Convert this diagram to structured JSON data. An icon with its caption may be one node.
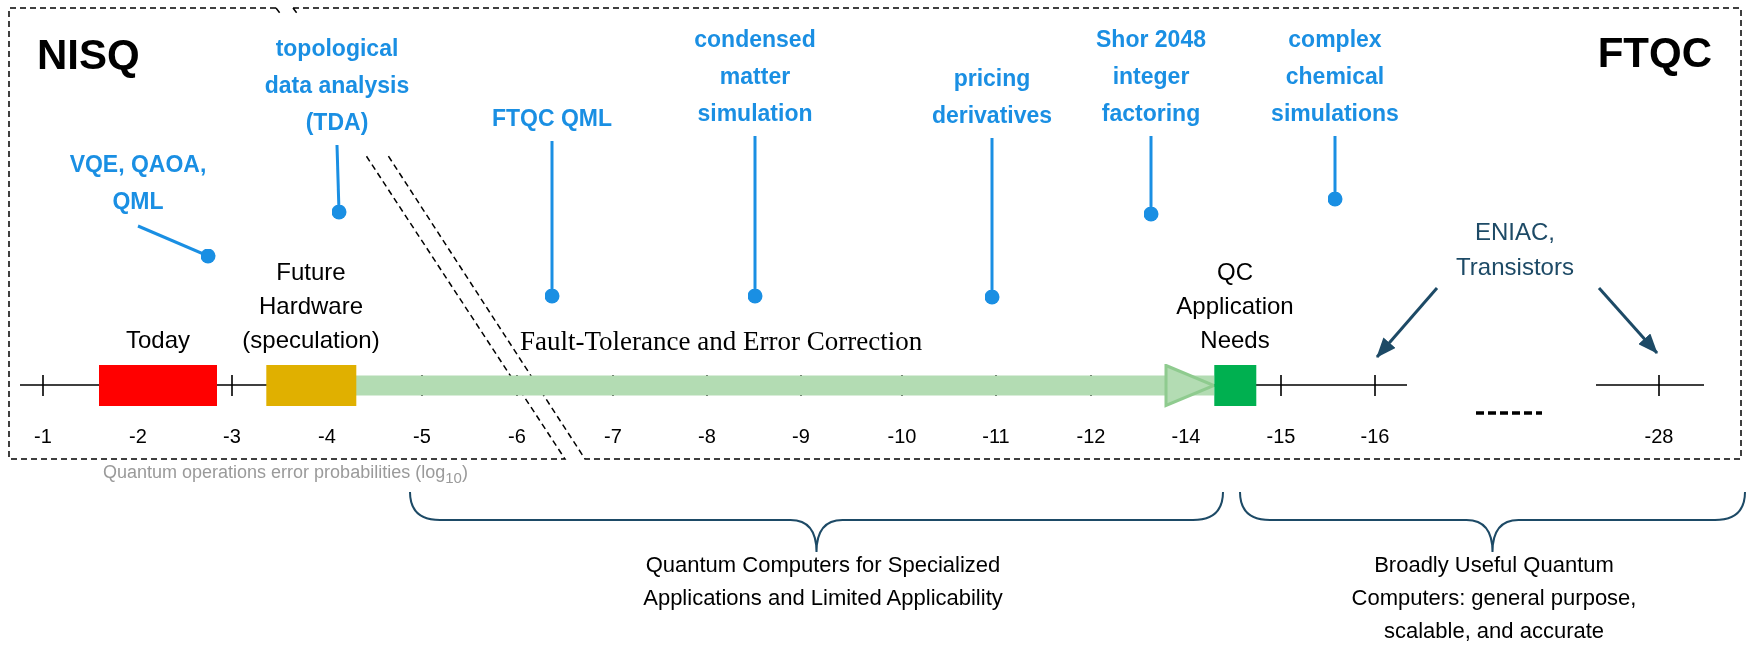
{
  "diagram": {
    "nodes": [
      {
        "text": [
          "VQE, QAOA, QML"
        ]
      },
      {
        "text": [
          "topological data analysis (TDA)"
        ]
      },
      {
        "text": [
          "FTQC QML"
        ]
      },
      {
        "text": [
          "condensed matter simulation"
        ]
      },
      {
        "text": [
          "pricing derivatives"
        ]
      },
      {
        "text": [
          "Shor 2048 integer factoring"
        ]
      },
      {
        "text": [
          "complex chemical simulations"
        ]
      },
      {
        "text": [
          "ENIAC, Transistors"
        ]
      },
      {
        "text": [
          "Today"
        ]
      },
      {
        "text": [
          "Future Hardware (speculation)"
        ]
      },
      {
        "text": [
          "QC Application Needs"
        ]
      }
    ],
    "edges": [
      {
        "from": 0,
        "to": null,
        "arrow": "other"
      },
      {
        "from": 1,
        "to": null,
        "arrow": "other"
      },
      {
        "from": 2,
        "to": null,
        "arrow": "other"
      },
      {
        "from": 3,
        "to": null,
        "arrow": "other"
      },
      {
        "from": 4,
        "to": null,
        "arrow": "other"
      },
      {
        "from": 5,
        "to": null,
        "arrow": "other"
      },
      {
        "from": 6,
        "to": null,
        "arrow": "other"
      },
      {
        "from": 9,
        "to": 10,
        "arrow": "to",
        "label": "Fault-Tolerance and Error Correction",
        "style": "thick",
        "color": "#b3dcb3"
      },
      {
        "from": 7,
        "to": null,
        "arrow": "to",
        "color": "#1d4a66"
      },
      {
        "from": 7,
        "to": null,
        "arrow": "to",
        "color": "#1d4a66"
      }
    ],
    "labels": [
      "NISQ",
      "FTQC",
      "-1",
      "-2",
      "-3",
      "-4",
      "-5",
      "-6",
      "-7",
      "-8",
      "-9",
      "-10",
      "-11",
      "-12",
      "-14",
      "-15",
      "-16",
      "-28",
      "Quantum operations error probabilities (log$_{10}$)",
      "Quantum Computers for Specialized Applications and Limited Applicability",
      "Broadly Useful Quantum Computers: general purpose, scalable, and accurate"
    ]
  }
}
